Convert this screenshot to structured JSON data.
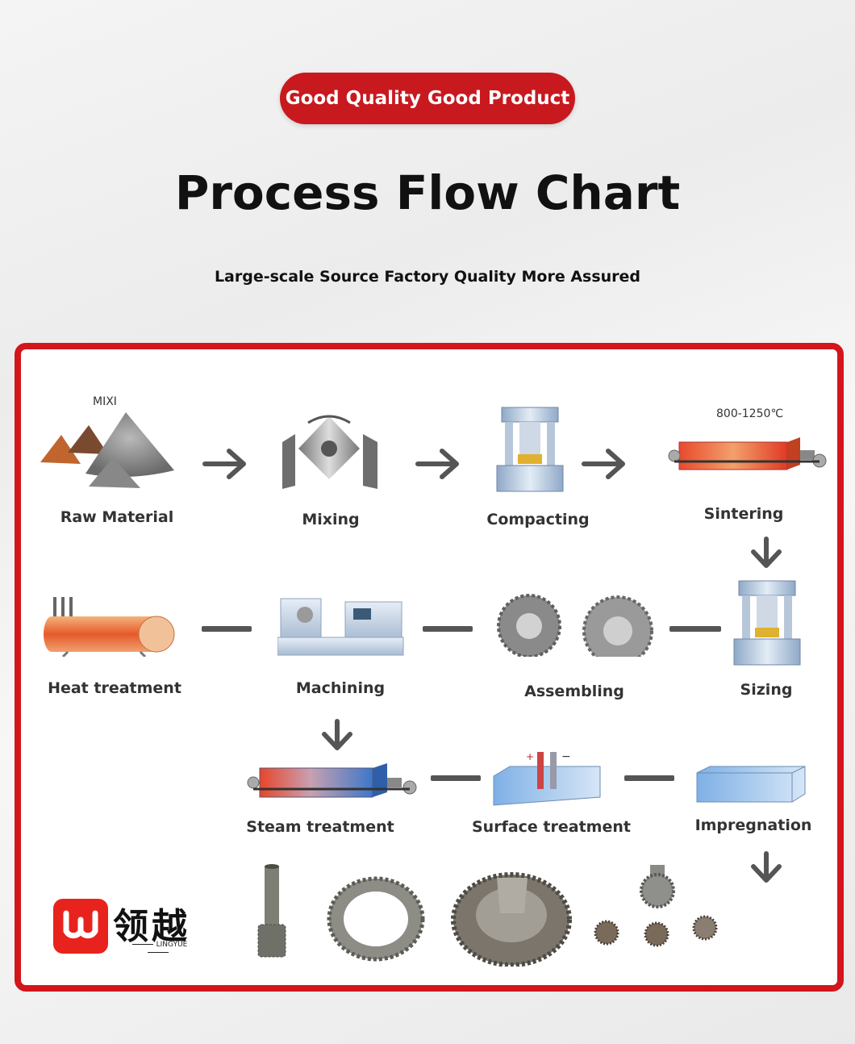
{
  "header": {
    "badge": "Good Quality Good Product",
    "title": "Process Flow Chart",
    "subtitle": "Large-scale Source Factory Quality More Assured"
  },
  "steps": {
    "raw_material": "Raw Material",
    "mixing": "Mixing",
    "compacting": "Compacting",
    "sintering": "Sintering",
    "sizing": "Sizing",
    "assembling": "Assembling",
    "machining": "Machining",
    "heat_treatment": "Heat treatment",
    "steam_treatment": "Steam treatment",
    "surface_treatment": "Surface treatment",
    "impregnation": "Impregnation"
  },
  "notes": {
    "mix": "MIXI",
    "temperature": "800-1250℃"
  },
  "logo": {
    "chinese": "领越",
    "english": "LINGYUE"
  },
  "colors": {
    "accent_red": "#c8191f",
    "border_red": "#d3151c",
    "arrow_gray": "#555555"
  }
}
